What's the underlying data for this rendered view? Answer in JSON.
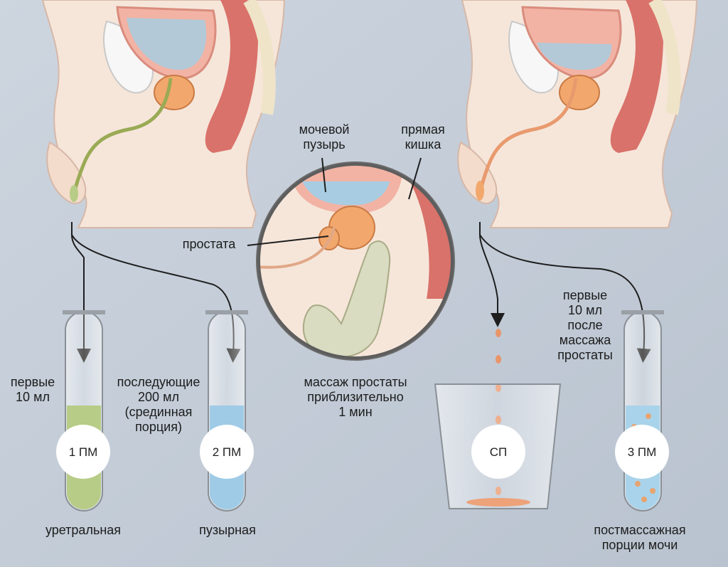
{
  "labels": {
    "bladder": "мочевой\nпузырь",
    "rectum": "прямая\nкишка",
    "prostate": "простата",
    "first10": "первые\n10 мл",
    "next200": "последующие\n200 мл\n(срединная\nпорция)",
    "massage": "массаж простаты\nприблизительно\n1 мин",
    "post10": "первые\n10 мл\nпосле\nмассажа\nпростаты",
    "urethral": "уретральная",
    "bladder_portion": "пузырная",
    "postmassage": "постмассажная\nпорции мочи"
  },
  "samples": [
    {
      "id": "pm1",
      "label": "1 ПМ",
      "fill_color": "#b7cc86"
    },
    {
      "id": "pm2",
      "label": "2 ПМ",
      "fill_color": "#9fcbe6"
    },
    {
      "id": "sp",
      "label": "СП",
      "fill_color": "#eda27a"
    },
    {
      "id": "pm3",
      "label": "3 ПМ",
      "fill_color": "#a9d3ea"
    }
  ],
  "colors": {
    "background": "#c9d2dd",
    "body": "#f6e6da",
    "tissue_pink": "#f2b3a4",
    "rectum": "#d9726a",
    "prostate": "#f2a86d",
    "urine": "#a8cde2",
    "finger": "#d9dcc0"
  }
}
